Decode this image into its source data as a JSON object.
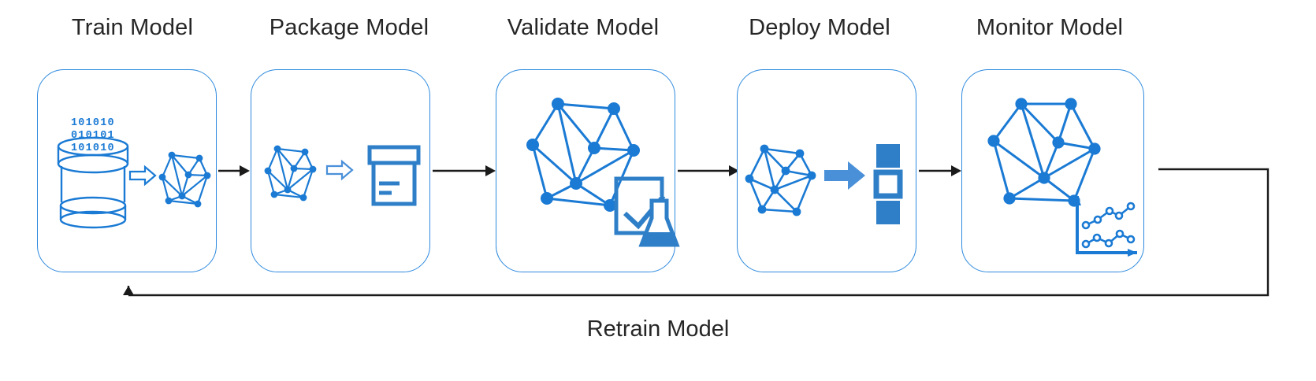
{
  "diagram": {
    "type": "process-flow",
    "orientation": "horizontal-left-to-right",
    "accent_color": "#1a7ad4",
    "card_border_color": "#2e8ade",
    "arrow_color": "#1a1a1a",
    "text_color": "#262626",
    "feedback_loop": {
      "label": "Retrain Model",
      "from_stage": "Monitor Model",
      "to_stage": "Train Model",
      "arrow_direction": "up-into-train-model-card"
    },
    "stages": [
      {
        "index": 1,
        "label": "Train Model",
        "icon_name": "database-to-network-icon",
        "icon_parts": [
          "database-cylinder",
          "binary-digits",
          "hollow-right-arrow",
          "network-graph"
        ],
        "binary_lines": [
          "101010",
          "010101",
          "101010"
        ]
      },
      {
        "index": 2,
        "label": "Package Model",
        "icon_name": "network-to-package-icon",
        "icon_parts": [
          "network-graph",
          "hollow-right-arrow",
          "package-box"
        ]
      },
      {
        "index": 3,
        "label": "Validate Model",
        "icon_name": "network-with-checklist-flask-icon",
        "icon_parts": [
          "network-graph-large",
          "clipboard-checkmark",
          "lab-flask"
        ]
      },
      {
        "index": 4,
        "label": "Deploy Model",
        "icon_name": "network-to-servers-icon",
        "icon_parts": [
          "network-graph",
          "solid-right-arrow",
          "server-squares"
        ],
        "server_squares": [
          "filled",
          "outlined",
          "filled"
        ]
      },
      {
        "index": 5,
        "label": "Monitor Model",
        "icon_name": "network-with-line-chart-icon",
        "icon_parts": [
          "network-graph-large",
          "line-chart-two-series"
        ]
      }
    ],
    "connectors": [
      {
        "from": "Train Model",
        "to": "Package Model",
        "style": "solid-black-arrow"
      },
      {
        "from": "Package Model",
        "to": "Validate Model",
        "style": "solid-black-arrow"
      },
      {
        "from": "Validate Model",
        "to": "Deploy Model",
        "style": "solid-black-arrow"
      },
      {
        "from": "Deploy Model",
        "to": "Monitor Model",
        "style": "solid-black-arrow"
      }
    ]
  }
}
